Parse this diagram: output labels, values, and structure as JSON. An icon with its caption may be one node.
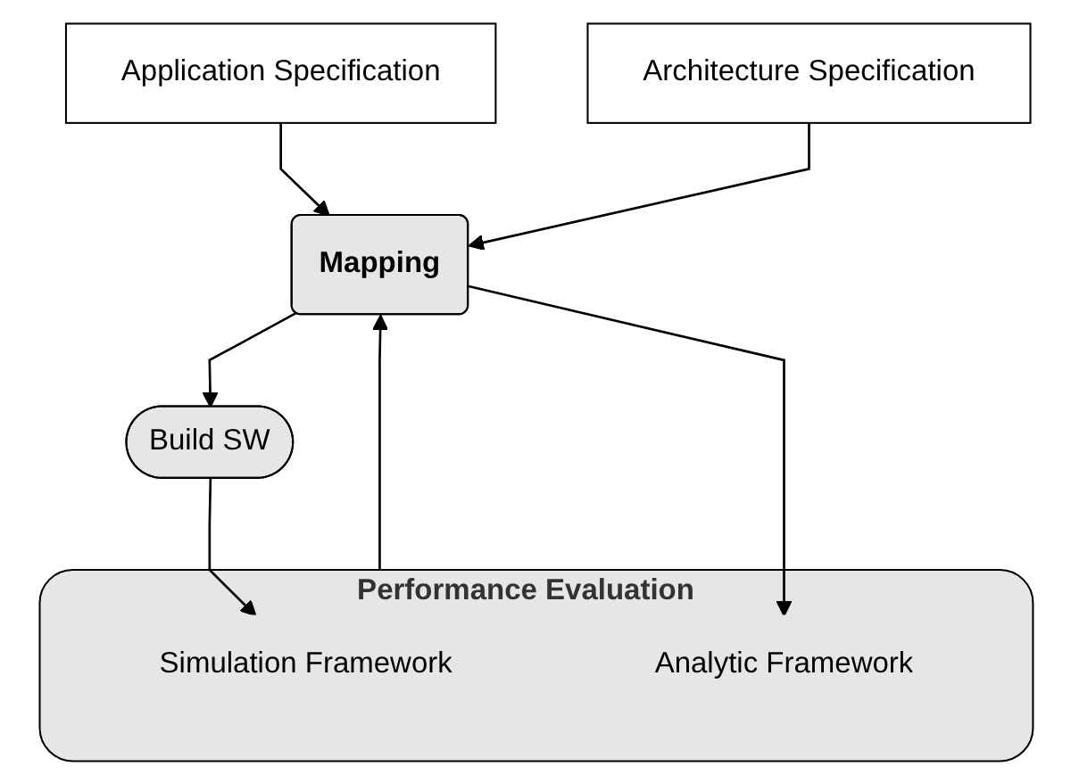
{
  "diagram": {
    "nodes": [
      {
        "text": [
          "Application Specification"
        ]
      },
      {
        "text": [
          "Architecture Specification"
        ]
      },
      {
        "text": [
          "Mapping"
        ]
      },
      {
        "text": [
          "Build SW"
        ]
      },
      {
        "text": [
          "Performance Evaluation"
        ]
      },
      {
        "text": [
          "Simulation Framework"
        ],
        "in": 4
      },
      {
        "text": [
          "Analytic Framework"
        ],
        "in": 4
      }
    ],
    "edges": [
      {
        "from": 0,
        "to": 2,
        "arrow": "to"
      },
      {
        "from": 1,
        "to": 2,
        "arrow": "to"
      },
      {
        "from": 2,
        "to": 3,
        "arrow": "to"
      },
      {
        "from": 3,
        "to": 5,
        "arrow": "to"
      },
      {
        "from": 2,
        "to": 6,
        "arrow": "to"
      },
      {
        "from": 4,
        "to": 2,
        "arrow": "to"
      }
    ]
  }
}
